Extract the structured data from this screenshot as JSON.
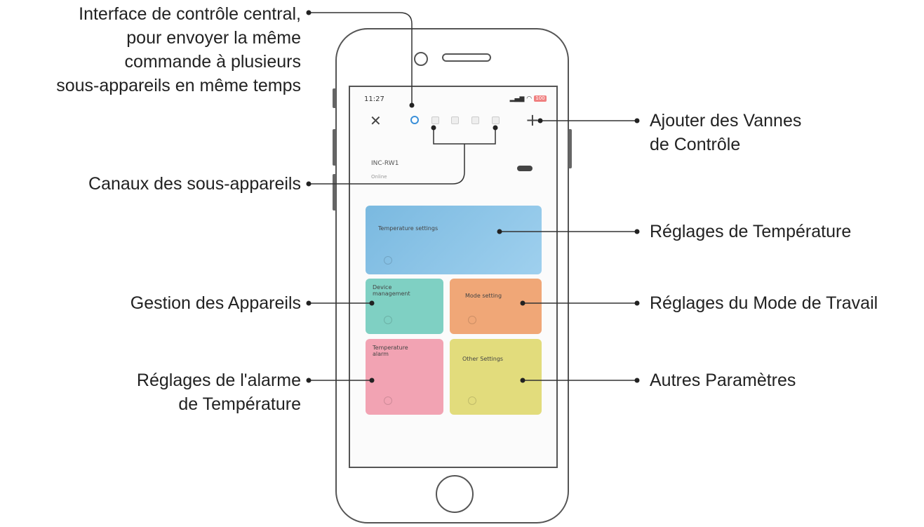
{
  "callouts": {
    "central": [
      "Interface de contrôle central,",
      "pour envoyer la même",
      "commande à plusieurs",
      "sous-appareils en même temps"
    ],
    "channels": [
      "Canaux des sous-appareils"
    ],
    "devices": [
      "Gestion des Appareils"
    ],
    "alarm": [
      "Réglages de l'alarme",
      "de Température"
    ],
    "add": [
      "Ajouter des Vannes",
      "de Contrôle"
    ],
    "temp": [
      "Réglages de Température"
    ],
    "mode": [
      "Réglages du Mode de Travail"
    ],
    "other": [
      "Autres Paramètres"
    ]
  },
  "phone": {
    "status_time": "11:27",
    "battery": "100",
    "close_icon": "close-icon",
    "add_icon": "plus-icon",
    "device_name": "INC-RW1",
    "device_status": "Online",
    "tiles": {
      "temperature": "Temperature settings",
      "device_management": "Device management",
      "mode": "Mode setting",
      "alarm": "Temperature alarm",
      "other": "Other Settings"
    }
  },
  "colors": {
    "temperature_tile": "#7ab9e0",
    "device_tile": "#7fd0c3",
    "mode_tile": "#f0a777",
    "alarm_tile": "#f2a3b3",
    "other_tile": "#e2dc7c",
    "active_channel": "#3a8fd8"
  }
}
